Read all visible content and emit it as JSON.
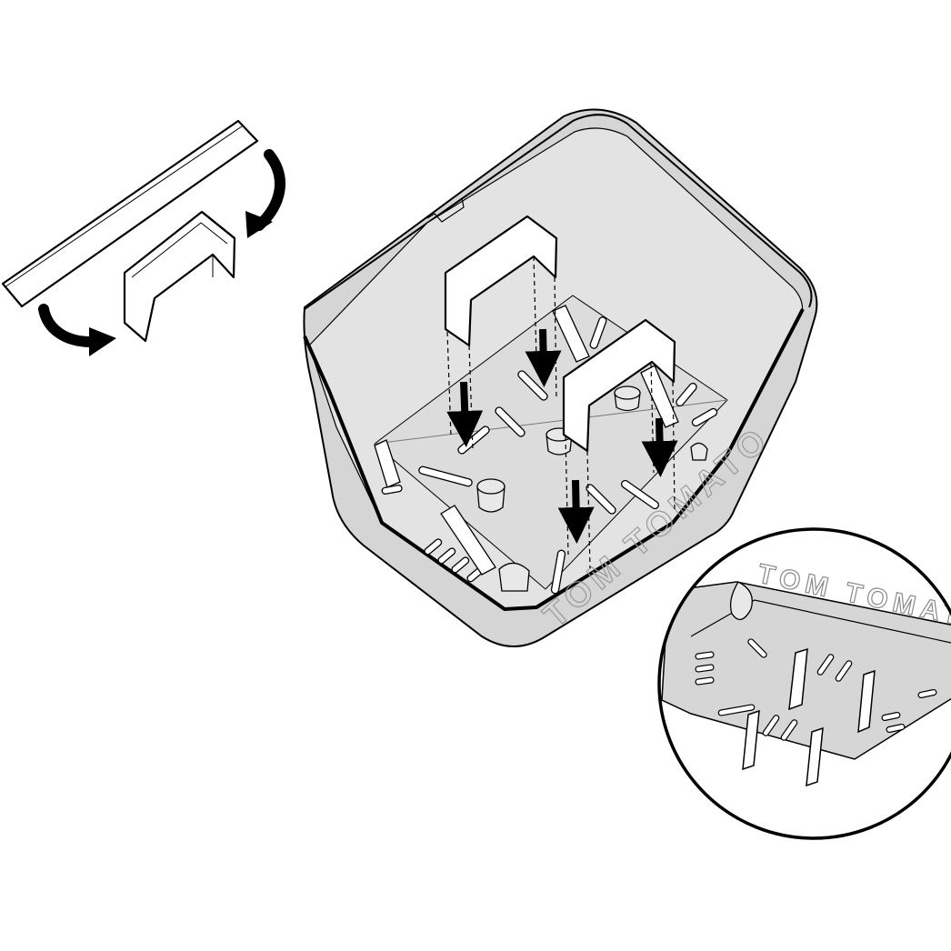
{
  "brand": {
    "bin_text": "TOM TOMATO",
    "inset_text": "TOM TOMATO"
  },
  "colors": {
    "outline": "#000000",
    "bin_fill": "#d7d7d7",
    "bin_inner": "#e4e4e4",
    "paper": "#ffffff",
    "embossed_text": "#bdbdbd"
  },
  "icons": {
    "fold_arrows": "curved-arrow",
    "insert_arrows": "down-arrow"
  },
  "steps": [
    {
      "name": "fold-strip",
      "description": ""
    },
    {
      "name": "insert-clips",
      "description": ""
    }
  ]
}
